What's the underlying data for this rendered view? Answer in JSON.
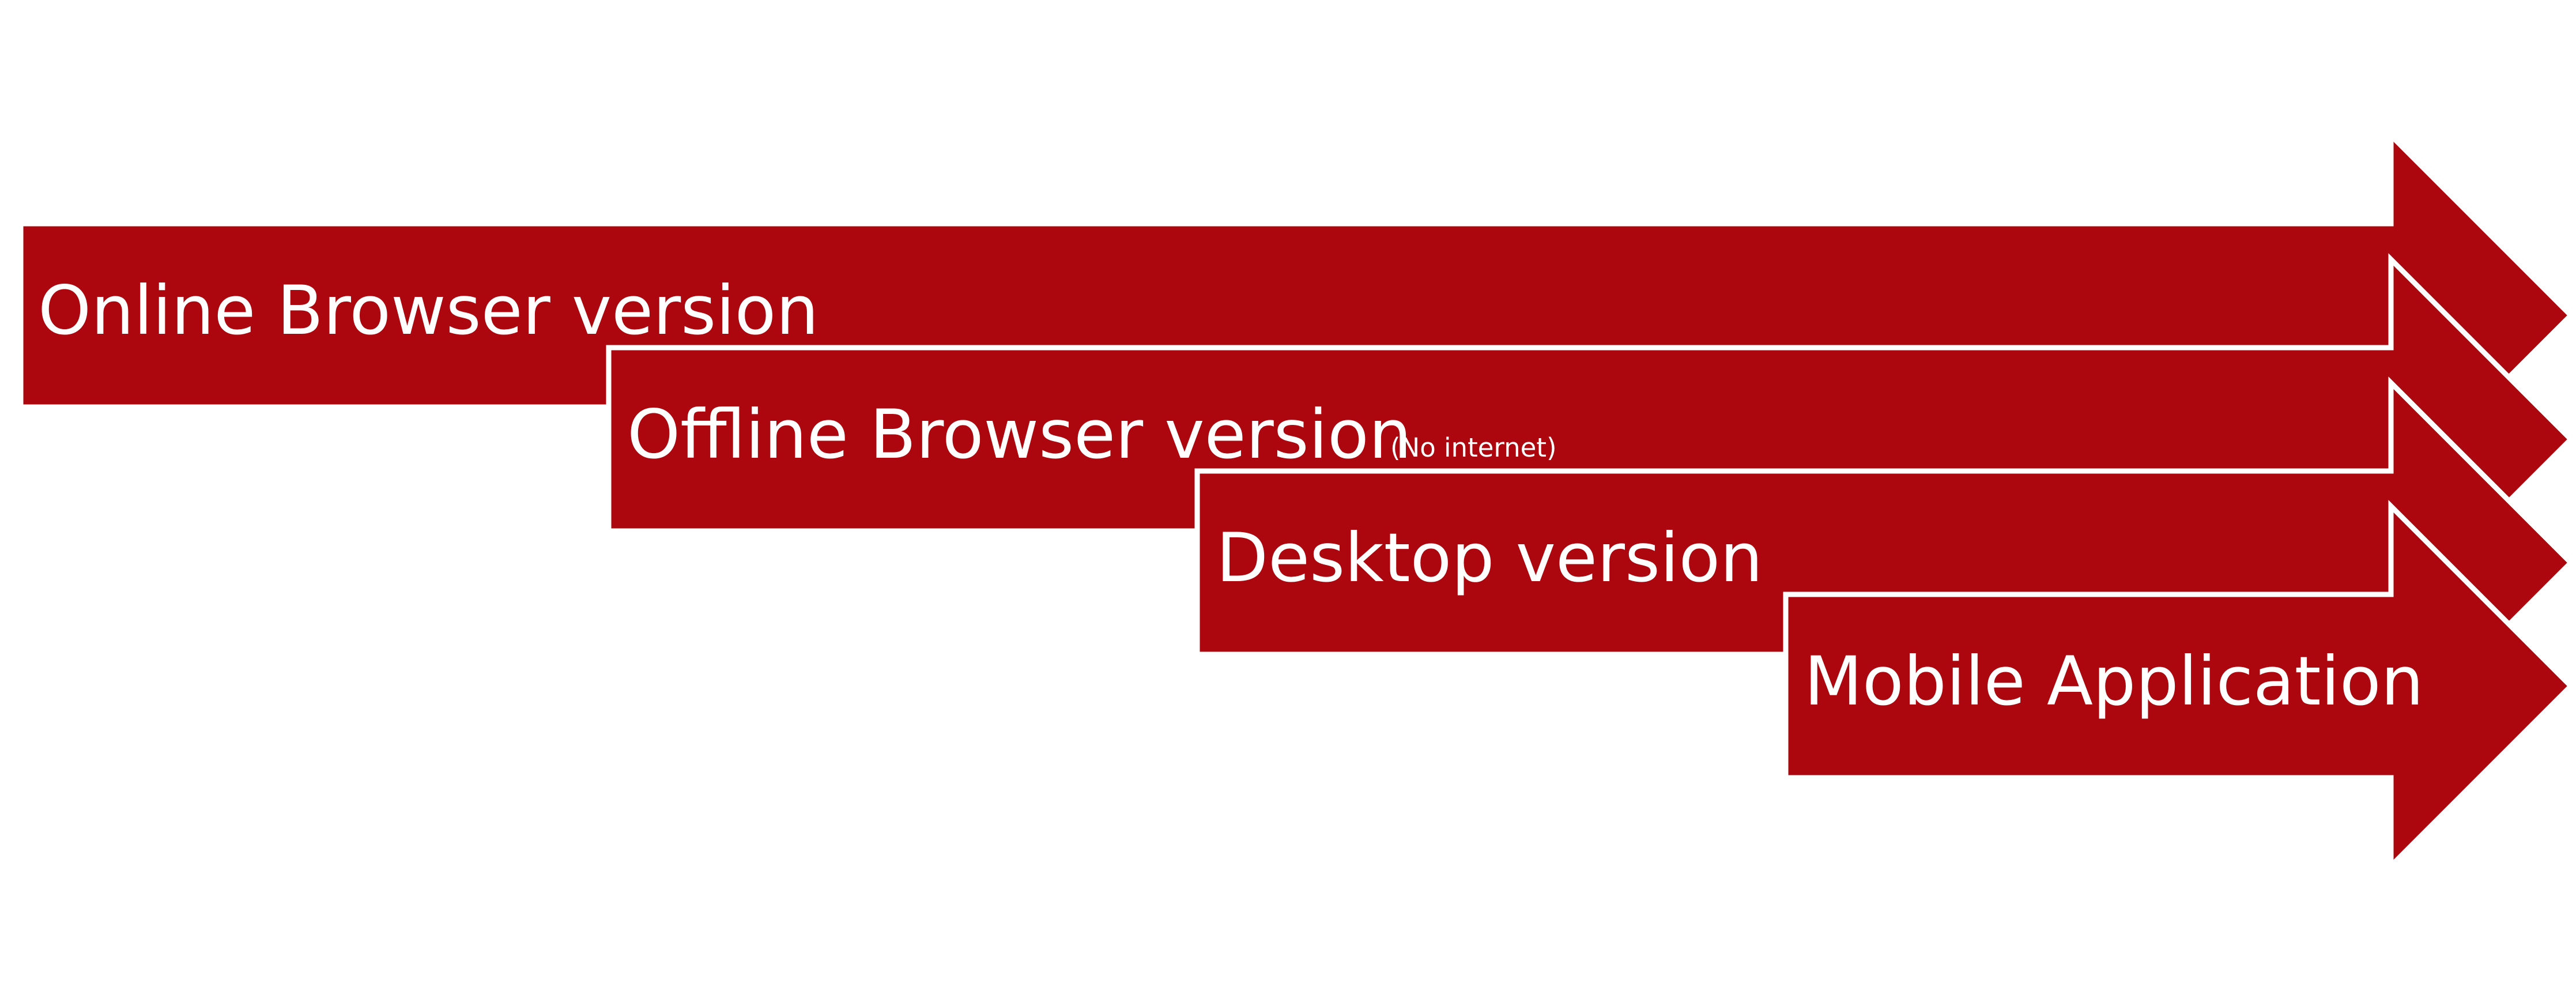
{
  "diagram": {
    "fill_color": "#ac070e",
    "outline_color": "#ffffff",
    "background_color": "#ffffff",
    "arrows": [
      {
        "label": "Online Browser version",
        "note": ""
      },
      {
        "label": "Offline Browser version",
        "note": "(No internet)"
      },
      {
        "label": "Desktop version",
        "note": ""
      },
      {
        "label": "Mobile Application",
        "note": ""
      }
    ]
  }
}
